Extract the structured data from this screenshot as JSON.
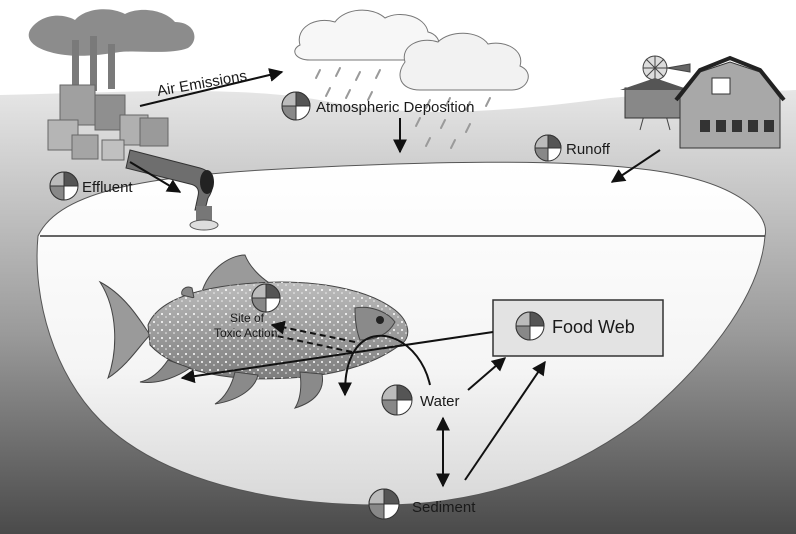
{
  "labels": {
    "air_emissions": "Air Emissions",
    "atmospheric_deposition": "Atmospheric Deposition",
    "runoff": "Runoff",
    "effluent": "Effluent",
    "site_of_toxic_action_1": "Site of",
    "site_of_toxic_action_2": "Toxic Action",
    "food_web": "Food Web",
    "water": "Water",
    "sediment": "Sediment"
  },
  "colors": {
    "sky": "#ffffff",
    "land_light": "#d9d9d9",
    "land_dark": "#5a5a5a",
    "lake_surface": "#ffffff",
    "fish_body": "#a9a9a9",
    "food_web_box": "#e0e0e0"
  },
  "icons": [
    "factory-icon",
    "cloud-icon",
    "barn-icon",
    "windmill-icon",
    "fish-icon",
    "pie-icon"
  ]
}
